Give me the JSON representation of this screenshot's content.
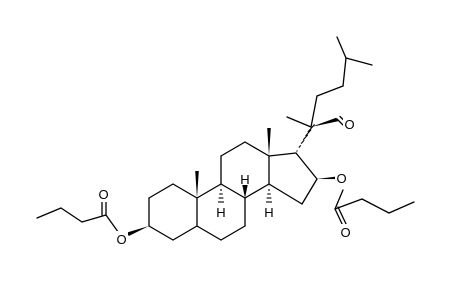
{
  "molecule": {
    "atoms": {
      "aldehyde_o": "O",
      "ester_c16_o_link": "O",
      "ester_c16_o_carbonyl": "O",
      "ester_c3_o_link": "O",
      "ester_c3_o_carbonyl": "O",
      "h_c9": "H",
      "h_c8": "H",
      "h_c14": "H"
    },
    "colors": {
      "bond": "#000000",
      "background": "#ffffff"
    }
  }
}
